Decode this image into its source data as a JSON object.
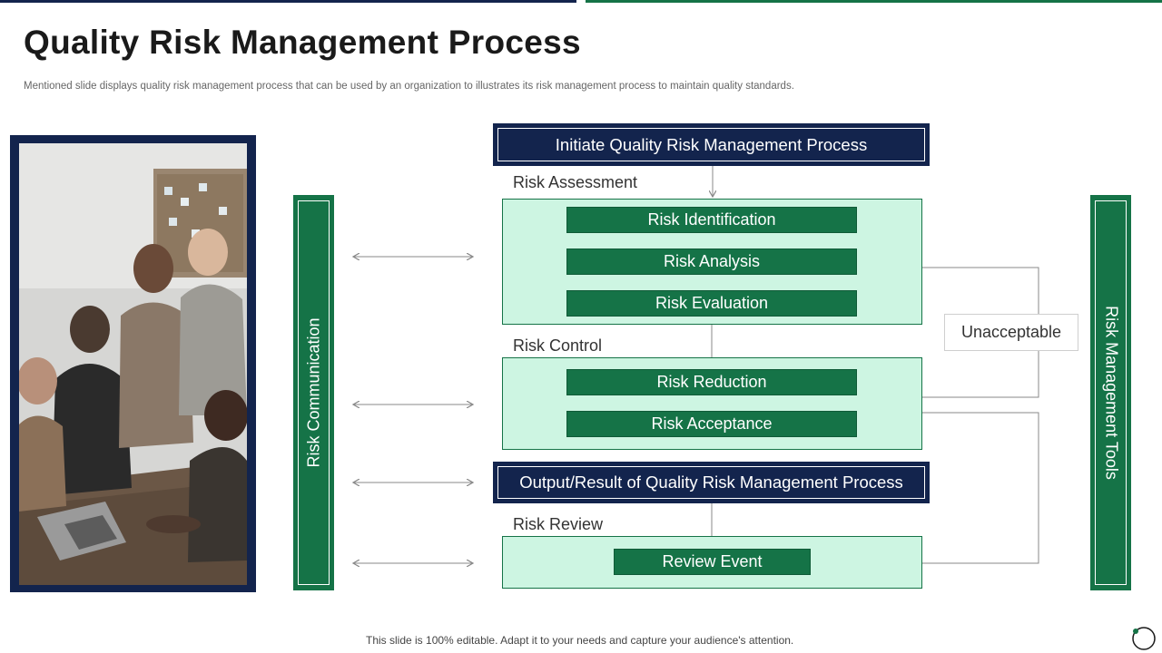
{
  "title": "Quality Risk Management Process",
  "subtitle": "Mentioned slide displays quality risk management process that can be used by an organization to illustrates its risk management process to maintain quality standards.",
  "left_bar": "Risk Communication",
  "right_bar": "Risk Management Tools",
  "initiate_box": "Initiate Quality Risk Management Process",
  "output_box": "Output/Result of Quality Risk Management Process",
  "sections": {
    "assessment": {
      "label": "Risk Assessment",
      "items": [
        "Risk Identification",
        "Risk Analysis",
        "Risk Evaluation"
      ]
    },
    "control": {
      "label": "Risk Control",
      "items": [
        "Risk Reduction",
        "Risk Acceptance"
      ]
    },
    "review": {
      "label": "Risk Review",
      "items": [
        "Review Event"
      ]
    }
  },
  "unacceptable": "Unacceptable",
  "footer": "This slide is 100% editable. Adapt it to your needs and capture your audience's attention.",
  "colors": {
    "navy": "#13244d",
    "green": "#157347",
    "mint": "#cdf5e2"
  }
}
